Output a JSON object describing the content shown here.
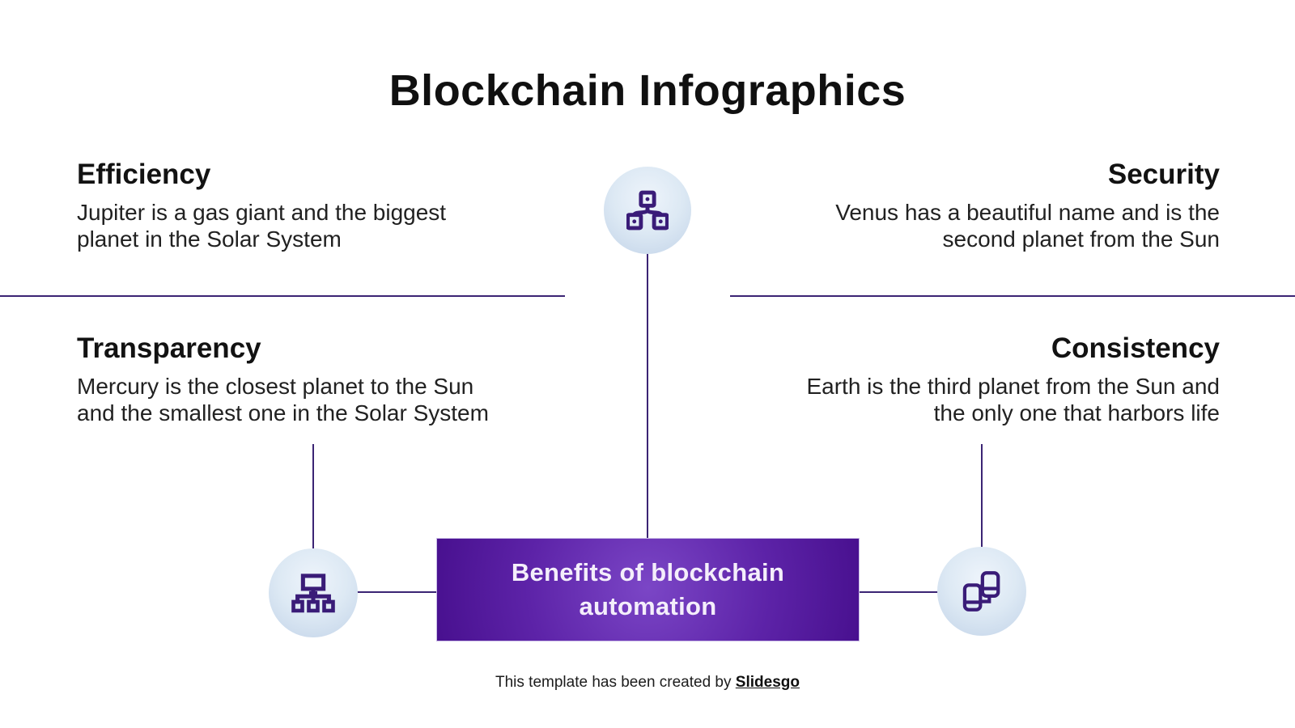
{
  "title": "Blockchain Infographics",
  "sections": [
    {
      "id": "efficiency",
      "heading": "Efficiency",
      "body": "Jupiter is a gas giant and the biggest\nplanet in the Solar System",
      "align": "left"
    },
    {
      "id": "security",
      "heading": "Security",
      "body": "Venus has a beautiful name and is the\nsecond planet from the Sun",
      "align": "right"
    },
    {
      "id": "transparency",
      "heading": "Transparency",
      "body": "Mercury is the closest planet to the Sun\nand the smallest one in the Solar System",
      "align": "left"
    },
    {
      "id": "consistency",
      "heading": "Consistency",
      "body": "Earth is the third planet from the Sun and\nthe only one that harbors life",
      "align": "right"
    }
  ],
  "center_box": {
    "label": "Benefits of blockchain\nautomation"
  },
  "icons": {
    "top": "network-nodes-icon",
    "left": "hierarchy-org-icon",
    "right": "devices-sync-icon"
  },
  "footer": {
    "text": "This template has been created by ",
    "brand": "Slidesgo"
  },
  "colors": {
    "box_gradient_center": "#7b46c6",
    "box_gradient_edge": "#48108f",
    "box_text": "#f4eefb",
    "connector_line": "#3b2474",
    "icon_stroke": "#3a1c78",
    "circle_fill_light": "#eef4fb",
    "circle_fill_dark": "#c2d3e8",
    "heading_text": "#121212",
    "body_text": "#212121"
  }
}
